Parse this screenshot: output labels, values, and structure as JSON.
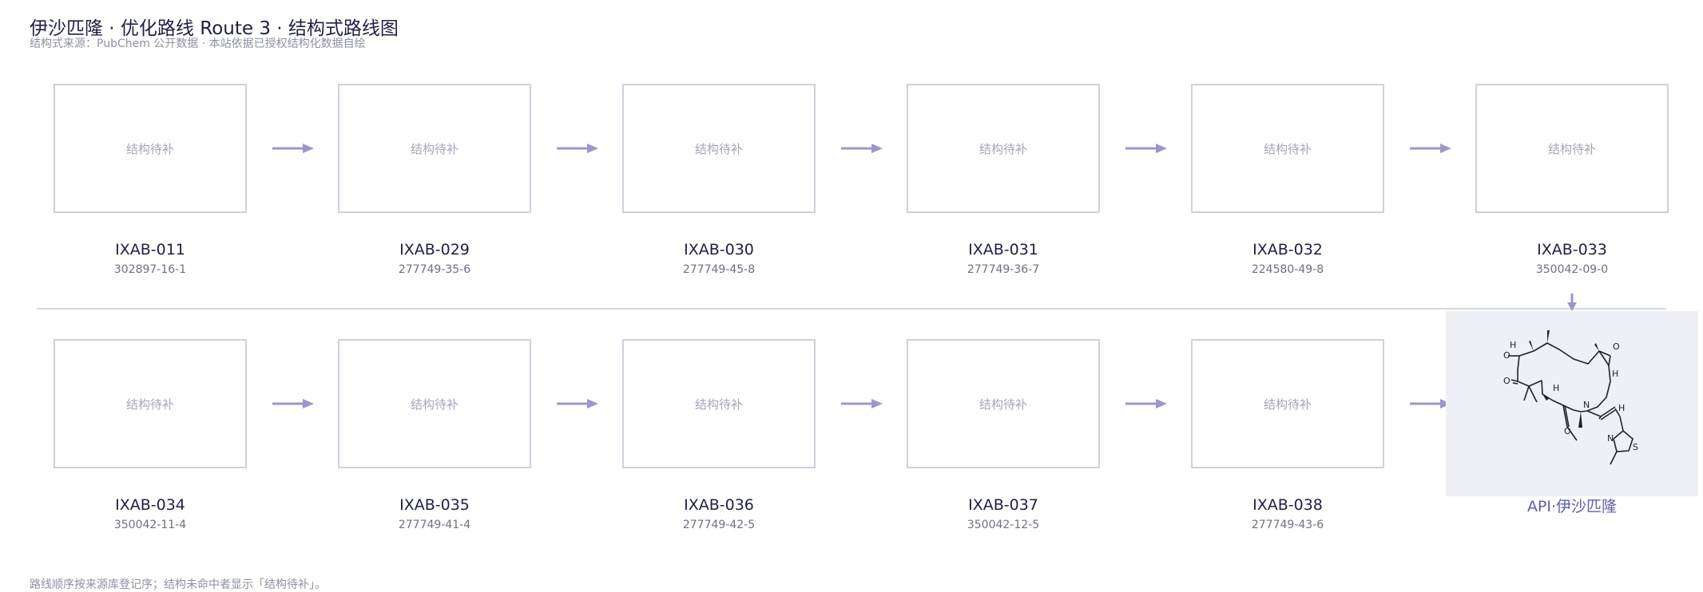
{
  "header": {
    "title": "伊沙匹隆 · 优化路线 Route 3 · 结构式路线图",
    "subtitle": "结构式来源：PubChem 公开数据 · 本站依据已授权结构化数据自绘"
  },
  "placeholder_text": "结构待补",
  "row1": [
    {
      "code": "IXAB-011",
      "cas": "302897-16-1"
    },
    {
      "code": "IXAB-029",
      "cas": "277749-35-6"
    },
    {
      "code": "IXAB-030",
      "cas": "277749-45-8"
    },
    {
      "code": "IXAB-031",
      "cas": "277749-36-7"
    },
    {
      "code": "IXAB-032",
      "cas": "224580-49-8"
    },
    {
      "code": "IXAB-033",
      "cas": "350042-09-0"
    }
  ],
  "row2": [
    {
      "code": "IXAB-034",
      "cas": "350042-11-4"
    },
    {
      "code": "IXAB-035",
      "cas": "277749-41-4"
    },
    {
      "code": "IXAB-036",
      "cas": "277749-42-5"
    },
    {
      "code": "IXAB-037",
      "cas": "350042-12-5"
    },
    {
      "code": "IXAB-038",
      "cas": "277749-43-6"
    }
  ],
  "api": {
    "label": "API·伊沙匹隆",
    "atoms": {
      "o1": "O",
      "o2": "O",
      "o3": "O",
      "o4": "O",
      "h1": "H",
      "h2": "H",
      "n1": "N",
      "n2": "N",
      "h3": "H",
      "s1": "S",
      "h4": "H"
    }
  },
  "footer": {
    "note": "路线顺序按来源库登记序；结构未命中者显示「结构待补」。"
  },
  "colors": {
    "arrow": "#9a97cc",
    "box_border": "#cfd1dd",
    "api_panel": "#eff0f6",
    "api_label": "#5a5fa8"
  }
}
